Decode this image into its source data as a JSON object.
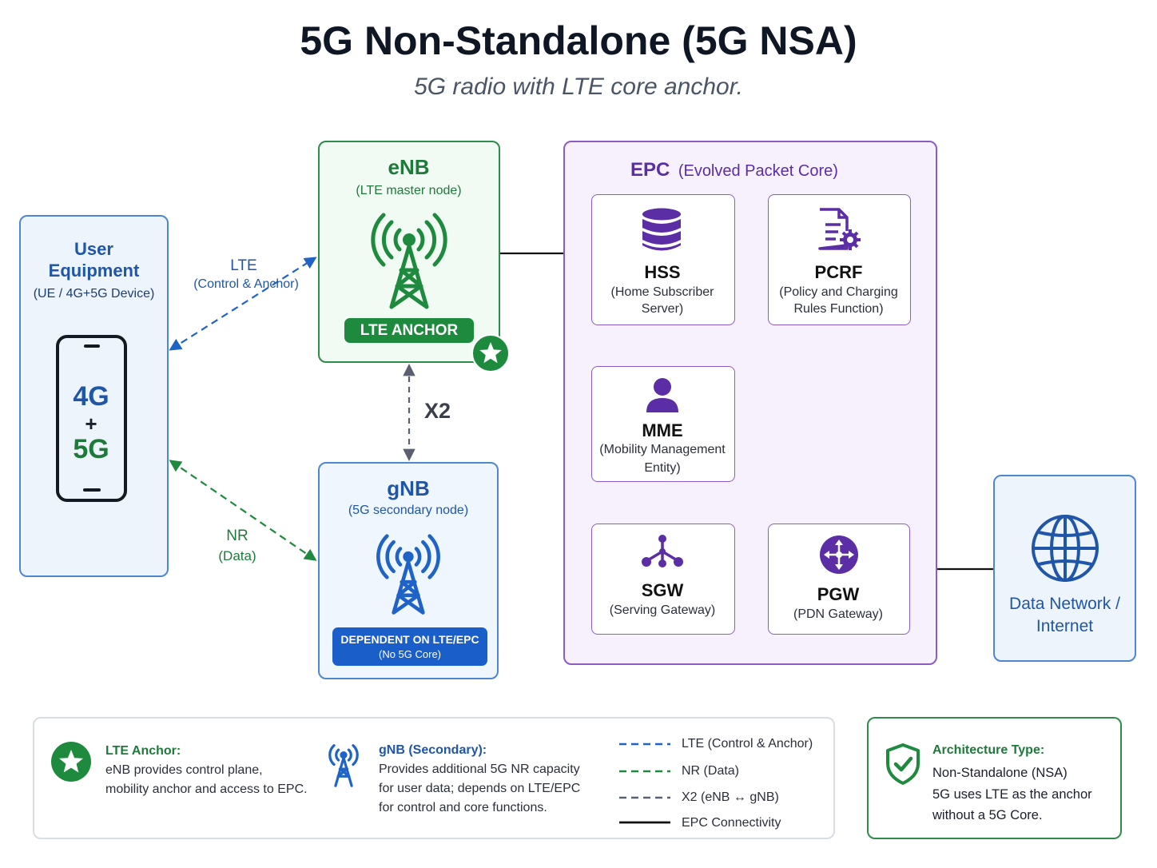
{
  "title": "5G Non-Standalone (5G NSA)",
  "subtitle": "5G radio with LTE core anchor.",
  "ue": {
    "title_line1": "User",
    "title_line2": "Equipment",
    "subtitle": "(UE / 4G+5G Device)",
    "screen_4g": "4G",
    "screen_plus": "+",
    "screen_5g": "5G"
  },
  "links": {
    "lte_label": "LTE",
    "lte_sub": "(Control & Anchor)",
    "nr_label": "NR",
    "nr_sub": "(Data)",
    "x2_label": "X2"
  },
  "enb": {
    "title": "eNB",
    "subtitle": "(LTE master node)",
    "badge": "LTE ANCHOR"
  },
  "gnb": {
    "title": "gNB",
    "subtitle": "(5G secondary node)",
    "badge_line1": "DEPENDENT ON LTE/EPC",
    "badge_line2": "(No 5G Core)"
  },
  "epc": {
    "title": "EPC",
    "title_sub": "(Evolved Packet Core)",
    "hss": {
      "name": "HSS",
      "desc_line1": "(Home Subscriber",
      "desc_line2": "Server)"
    },
    "pcrf": {
      "name": "PCRF",
      "desc_line1": "(Policy and Charging",
      "desc_line2": "Rules Function)"
    },
    "mme": {
      "name": "MME",
      "desc_line1": "(Mobility Management",
      "desc_line2": "Entity)"
    },
    "sgw": {
      "name": "SGW",
      "desc": "(Serving Gateway)"
    },
    "pgw": {
      "name": "PGW",
      "desc": "(PDN Gateway)"
    }
  },
  "data_network": {
    "line1": "Data Network /",
    "line2": "Internet"
  },
  "legend": {
    "anchor_title": "LTE Anchor:",
    "anchor_line1": "eNB provides control plane,",
    "anchor_line2": "mobility anchor and access to EPC.",
    "gnb_title": "gNB (Secondary):",
    "gnb_line1": "Provides additional 5G NR capacity",
    "gnb_line2": "for user data; depends on LTE/EPC",
    "gnb_line3": "for control and core functions.",
    "line_lte": "LTE (Control & Anchor)",
    "line_nr": "NR (Data)",
    "line_x2": "X2 (eNB ↔ gNB)",
    "line_epc": "EPC Connectivity"
  },
  "architecture": {
    "title": "Architecture Type:",
    "line1": "Non-Standalone (NSA)",
    "line2": "5G uses LTE as the anchor",
    "line3": "without a 5G Core."
  },
  "colors": {
    "lte_blue": "#1f63c6",
    "nr_green": "#1e8a3e",
    "x2_gray": "#5a6070",
    "epc_purple": "#6b3fb8",
    "link_black": "#111111"
  },
  "icons": {
    "enb": "cell-tower-icon",
    "gnb": "cell-tower-icon",
    "hss": "database-icon",
    "pcrf": "document-gear-icon",
    "mme": "user-icon",
    "sgw": "network-hub-icon",
    "pgw": "router-icon",
    "dn": "globe-icon",
    "anchor": "star-badge-icon",
    "arch": "shield-check-icon"
  }
}
